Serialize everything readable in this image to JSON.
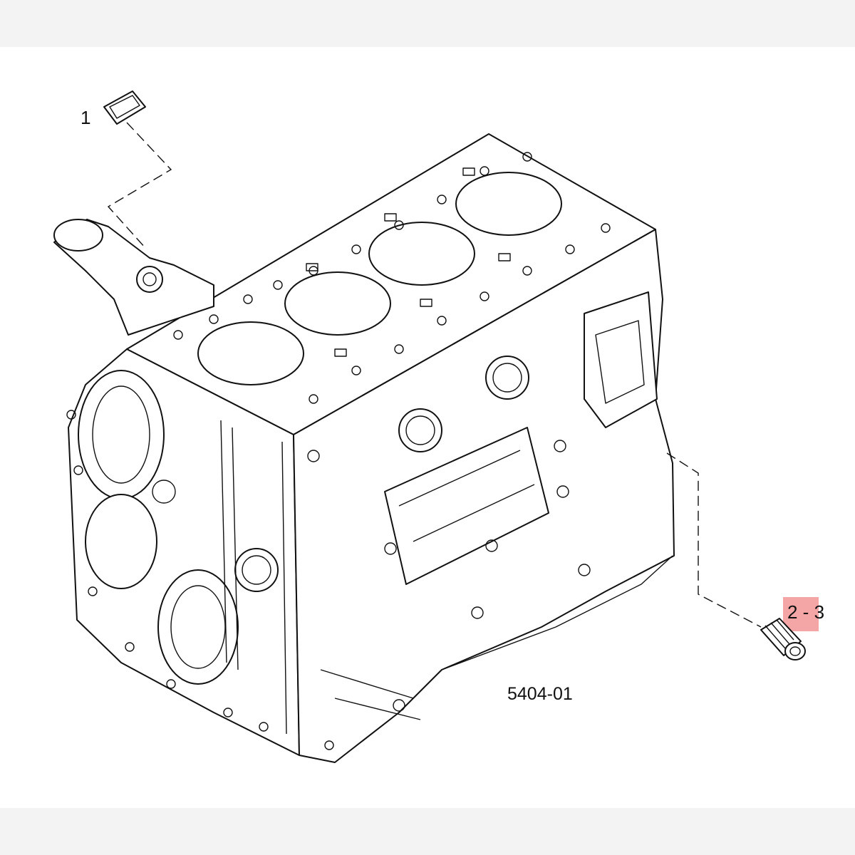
{
  "callouts": {
    "part_1": "1",
    "part_2_3": "2 - 3",
    "figure_code": "5404-01"
  },
  "colors": {
    "highlight": "#f4a6a6",
    "line": "#111111",
    "background": "#ffffff"
  }
}
